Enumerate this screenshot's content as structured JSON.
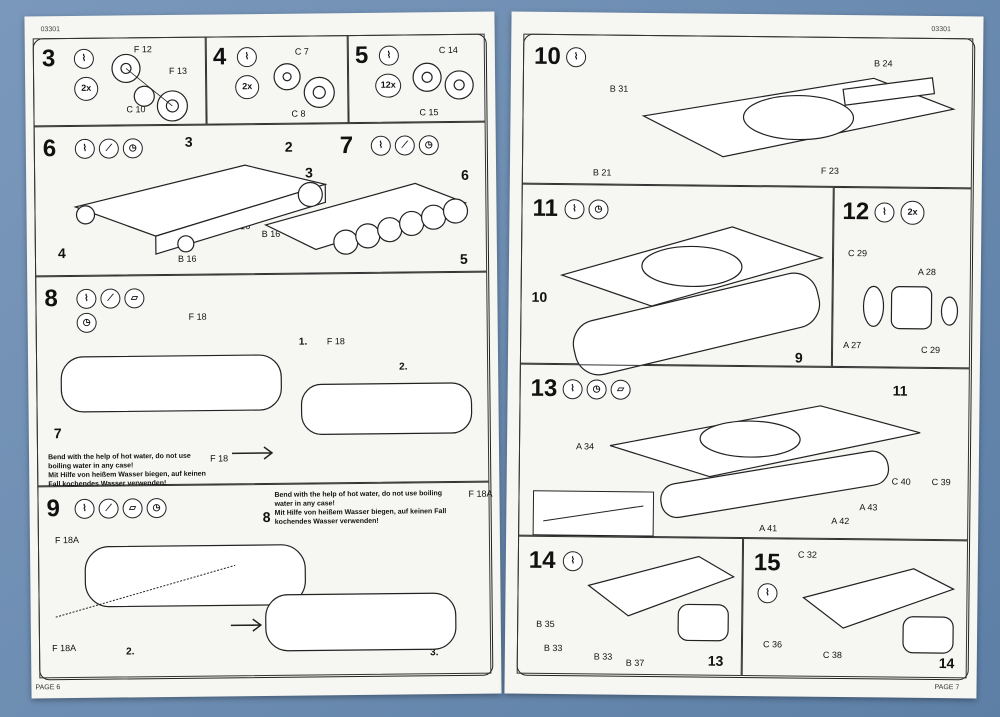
{
  "left_page": {
    "doc_code": "03301",
    "page_label": "PAGE 6",
    "steps": [
      {
        "num": "3",
        "qty": "2x",
        "parts": [
          "F 12",
          "F 13",
          "C 10"
        ]
      },
      {
        "num": "4",
        "qty": "2x",
        "parts": [
          "C 7",
          "C 8"
        ]
      },
      {
        "num": "5",
        "qty": "12x",
        "parts": [
          "C 14",
          "C 15"
        ]
      },
      {
        "num": "6",
        "refs": [
          "3",
          "2",
          "3",
          "4"
        ],
        "parts": [
          "B 16",
          "B 16",
          "B 16"
        ]
      },
      {
        "num": "7",
        "refs": [
          "6",
          "5"
        ]
      },
      {
        "num": "8",
        "parts": [
          "F 18",
          "F 18",
          "F 18"
        ],
        "refs": [
          "7"
        ],
        "sub": [
          "1.",
          "2."
        ]
      },
      {
        "num": "9",
        "parts": [
          "F 18A",
          "F 18A",
          "F 18A"
        ],
        "refs": [
          "8"
        ],
        "sub": [
          "2.",
          "3."
        ]
      }
    ],
    "warning_en": "Bend with the help of hot water, do not use boiling water in any case!",
    "warning_de": "Mit Hilfe von heißem Wasser biegen, auf keinen Fall kochendes Wasser verwenden!"
  },
  "right_page": {
    "doc_code": "03301",
    "page_label": "PAGE 7",
    "steps": [
      {
        "num": "10",
        "parts": [
          "B 24",
          "B 31",
          "B 21",
          "F 23"
        ]
      },
      {
        "num": "11",
        "refs": [
          "10",
          "9"
        ]
      },
      {
        "num": "12",
        "qty": "2x",
        "parts": [
          "C 29",
          "A 28",
          "A 27",
          "C 29"
        ]
      },
      {
        "num": "13",
        "refs": [
          "11"
        ],
        "parts": [
          "A 34",
          "C 40",
          "C 39",
          "A 43",
          "A 41",
          "A 42"
        ]
      },
      {
        "num": "14",
        "refs": [
          "13"
        ],
        "parts": [
          "B 35",
          "B 33",
          "B 33",
          "B 37"
        ]
      },
      {
        "num": "15",
        "refs": [
          "14"
        ],
        "parts": [
          "C 32",
          "C 36",
          "C 38"
        ]
      }
    ]
  }
}
